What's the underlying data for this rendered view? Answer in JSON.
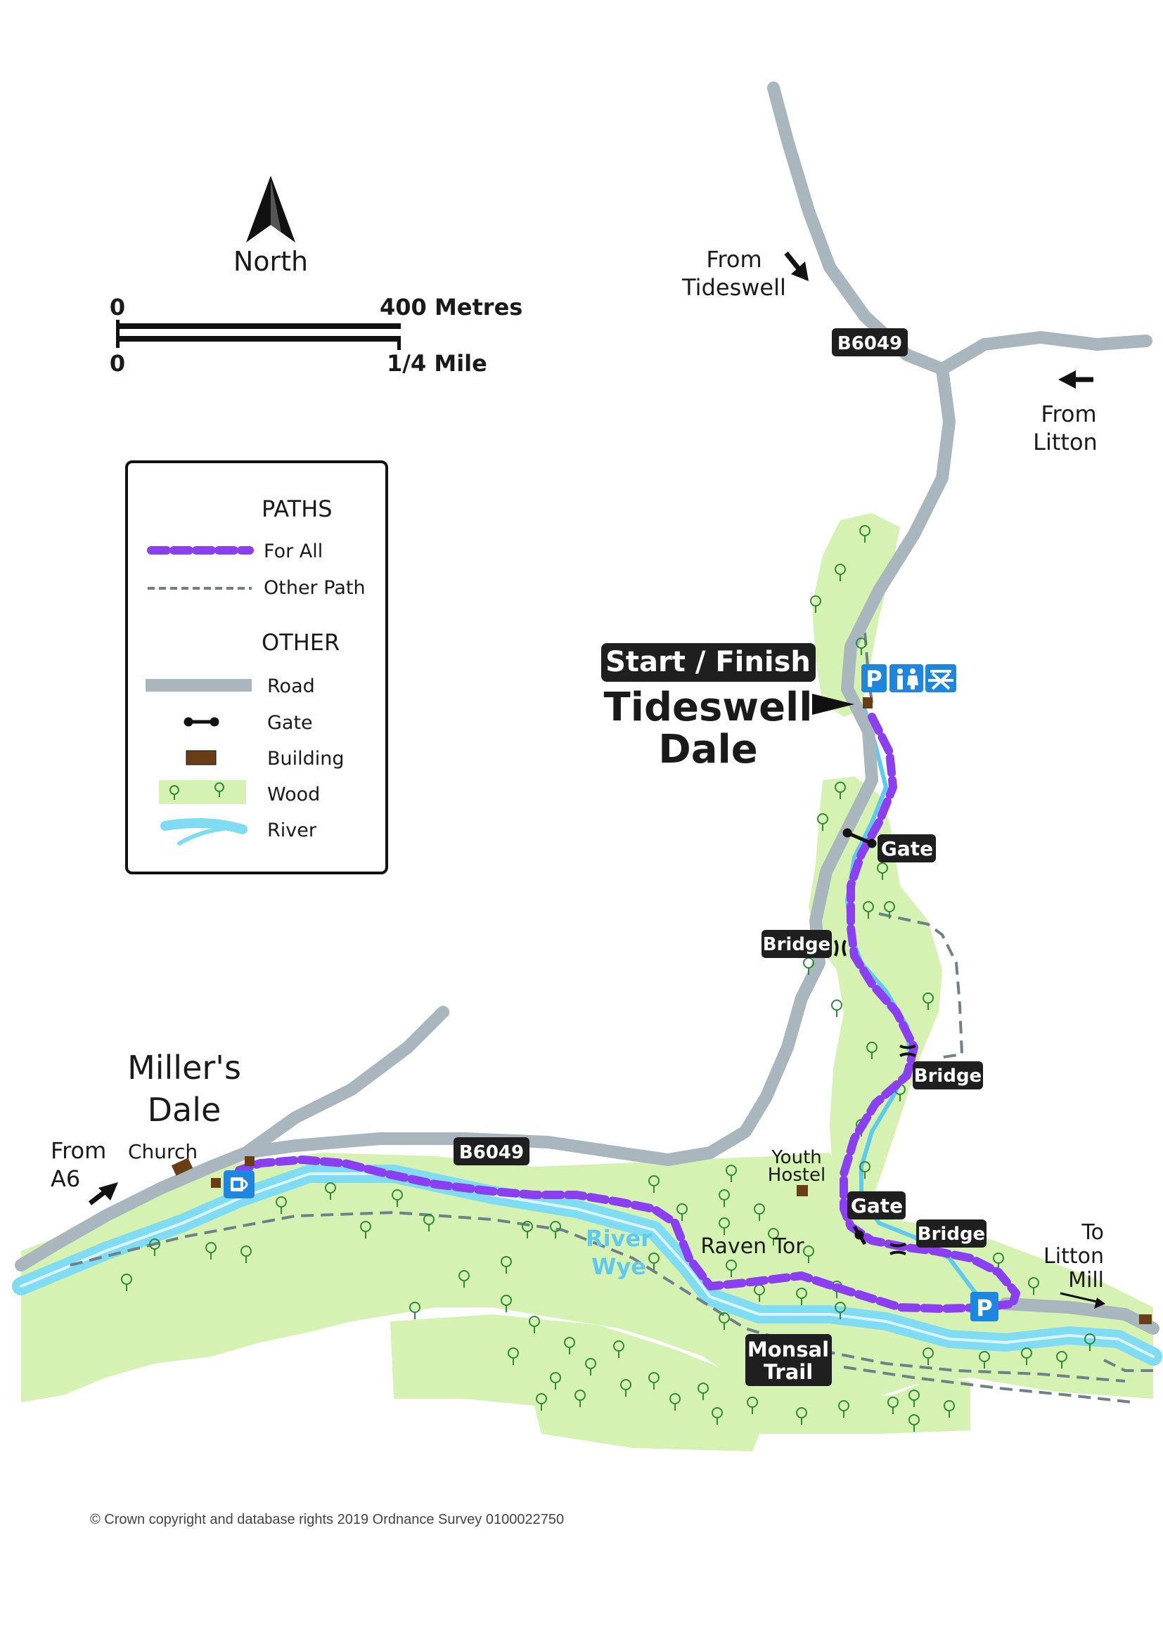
{
  "north": {
    "label": "North"
  },
  "scale": {
    "top_zero": "0",
    "top_label": "400 Metres",
    "bottom_zero": "0",
    "bottom_label": "1/4 Mile"
  },
  "legend": {
    "paths_title": "PATHS",
    "for_all": "For All",
    "other_path": "Other Path",
    "other_title": "OTHER",
    "road": "Road",
    "gate": "Gate",
    "building": "Building",
    "wood": "Wood",
    "river": "River"
  },
  "labels": {
    "from_tideswell_1": "From",
    "from_tideswell_2": "Tideswell",
    "from_litton_1": "From",
    "from_litton_2": "Litton",
    "start_finish": "Start / Finish",
    "tideswell": "Tideswell",
    "dale": "Dale",
    "millers": "Miller's",
    "millers_dale": "Dale",
    "from_a6_1": "From",
    "from_a6_2": "A6",
    "church": "Church",
    "youth_1": "Youth",
    "youth_2": "Hostel",
    "river_1": "River",
    "river_2": "Wye",
    "raven_tor": "Raven Tor",
    "to_litton_1": "To",
    "to_litton_2": "Litton",
    "to_litton_3": "Mill"
  },
  "badges": {
    "b6049_top": "B6049",
    "b6049_bottom": "B6049",
    "gate_1": "Gate",
    "gate_2": "Gate",
    "bridge_1": "Bridge",
    "bridge_2": "Bridge",
    "bridge_3": "Bridge",
    "monsal_1": "Monsal",
    "monsal_2": "Trail",
    "parking": "P"
  },
  "copyright": "© Crown copyright and database rights 2019 Ordnance Survey 0100022750",
  "colors": {
    "road": "#a9b6bd",
    "path_for_all": "#8a3ff0",
    "other_path": "#6f8088",
    "wood": "#d5f2b3",
    "river": "#7fdcf2",
    "building": "#6b3d17",
    "badge": "#1f1f1f",
    "facility_blue": "#1f86e0"
  },
  "icons": [
    "north-arrow-icon",
    "parking-icon",
    "toilet-icon",
    "picnic-icon",
    "cafe-icon",
    "direction-arrow-icon",
    "tree-icon"
  ]
}
